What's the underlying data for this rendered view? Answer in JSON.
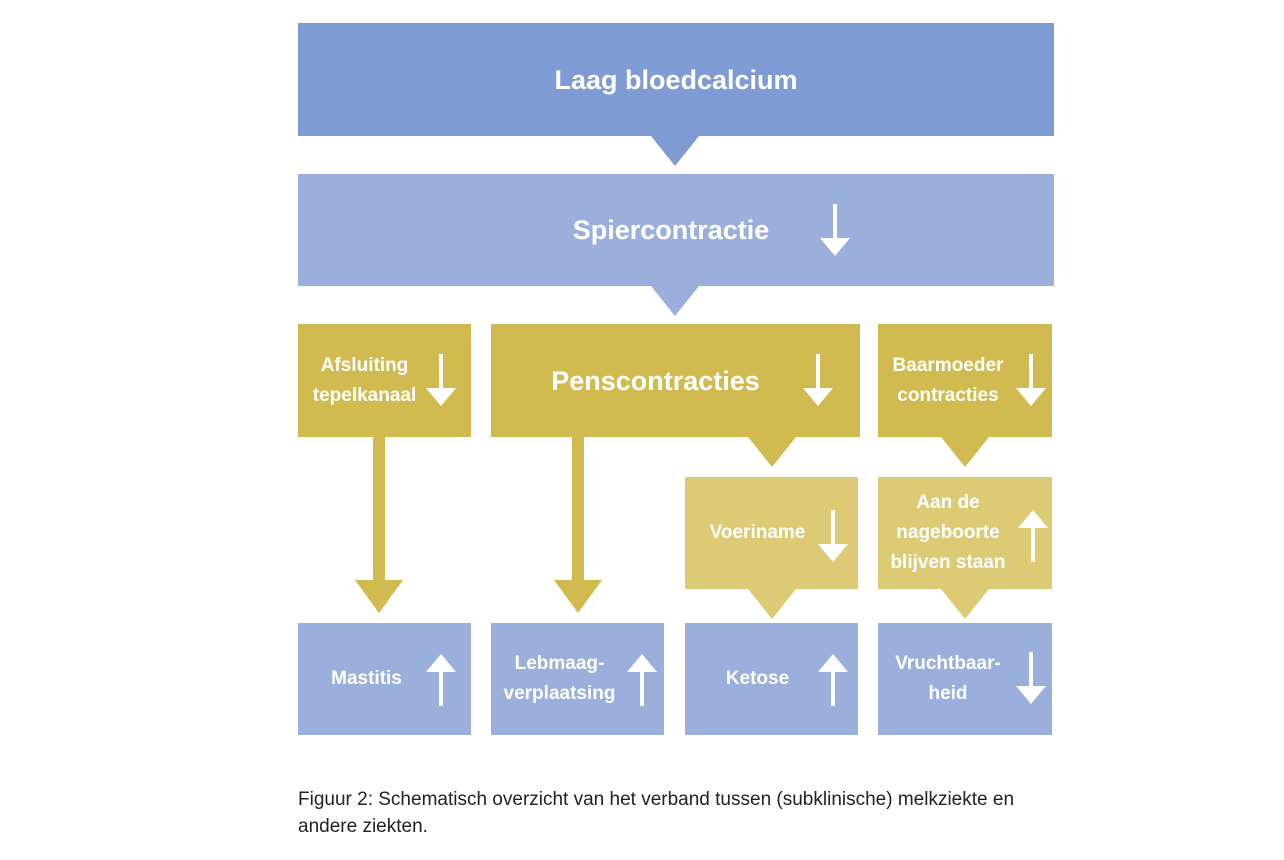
{
  "diagram": {
    "top": {
      "label": "Laag bloedcalcium"
    },
    "spier": {
      "label": "Spiercontractie"
    },
    "afsluiting": {
      "label": "Afsluiting\ntepelkanaal"
    },
    "pens": {
      "label": "Penscontracties"
    },
    "baarmoeder": {
      "label": "Baarmoeder\ncontracties"
    },
    "voeriname": {
      "label": "Voeriname"
    },
    "nageboorte": {
      "label": "Aan de\nnageboorte\nblijven staan"
    },
    "mastitis": {
      "label": "Mastitis"
    },
    "lebmaag": {
      "label": "Lebmaag-\nverplaatsing"
    },
    "ketose": {
      "label": "Ketose"
    },
    "vruchtbaarheid": {
      "label": "Vruchtbaar-\nheid"
    }
  },
  "caption": "Figuur 2: Schematisch overzicht van het verband tussen (subklinische) melkziekte en andere ziekten.",
  "colors": {
    "blue_dark": "#7f9bd3",
    "blue_light": "#9bafdd",
    "gold": "#d1bb50",
    "gold_light": "#dcca74"
  }
}
